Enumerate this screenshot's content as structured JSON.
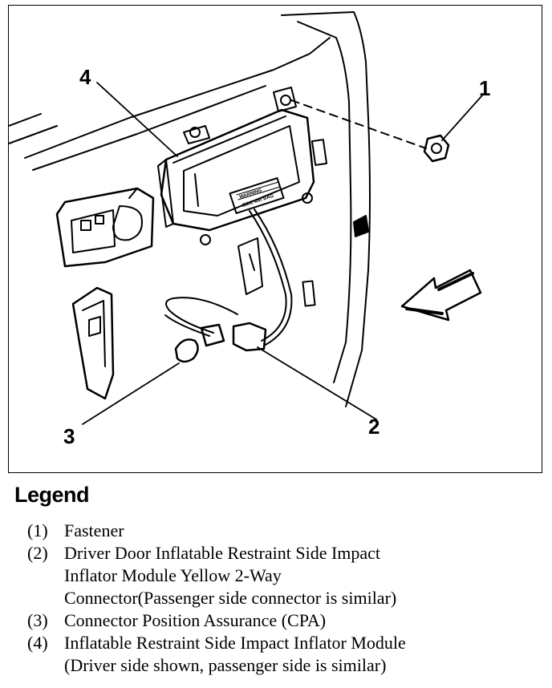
{
  "callouts": {
    "c1": "1",
    "c2": "2",
    "c3": "3",
    "c4": "4"
  },
  "legend": {
    "title": "Legend",
    "items": [
      {
        "num": "(1)",
        "text": "Fastener"
      },
      {
        "num": "(2)",
        "text": "Driver Door Inflatable Restraint Side Impact\nInflator Module Yellow 2-Way\nConnector(Passenger side connector is similar)"
      },
      {
        "num": "(3)",
        "text": "Connector Position Assurance (CPA)"
      },
      {
        "num": "(4)",
        "text": "Inflatable Restraint Side Impact Inflator Module\n(Driver side shown, passenger side is similar)"
      }
    ]
  },
  "module_label_lines": [
    "WARNING",
    "SIDE AIR BAG"
  ]
}
